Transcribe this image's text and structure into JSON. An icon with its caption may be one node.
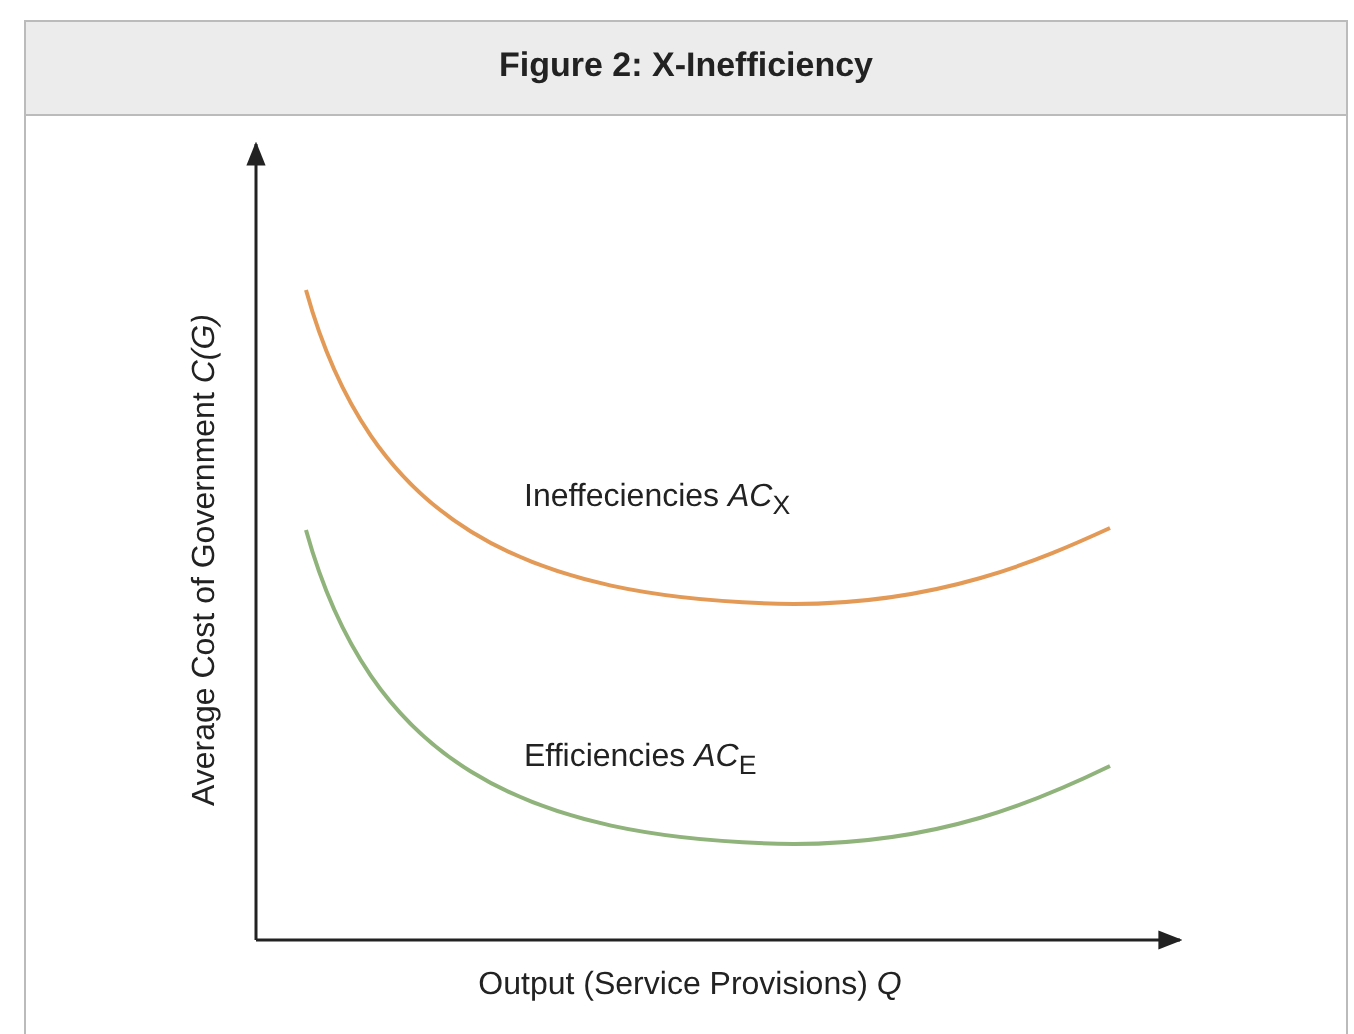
{
  "diagram": {
    "title": "Figure 2: X-Inefficiency",
    "labels": [
      "Ineffeciencies  *AC*$_{X}$",
      "Efficiencies  *AC*$_{E}$",
      "Average Cost of Government  *C(G)*",
      "Output (Service Provisions)  *Q*"
    ]
  }
}
